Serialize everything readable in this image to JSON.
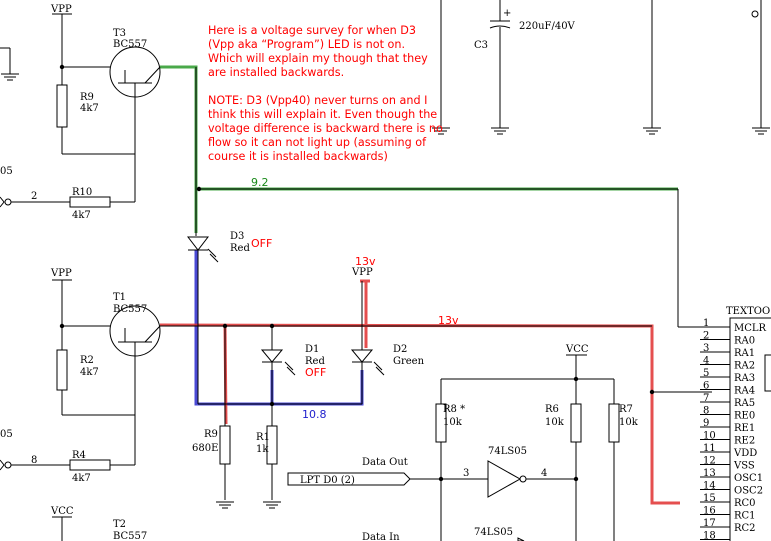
{
  "note": {
    "lines": [
      "Here is a voltage survey for when D3",
      "(Vpp aka “Program”) LED is not on.",
      "Which will explain my though that they",
      "are installed backwards.",
      "",
      "NOTE: D3 (Vpp40) never turns on and I",
      "think this will explain it. Even though the",
      "voltage difference is backward there is no",
      "flow so it can not light up (assuming of",
      "course it is installed backwards)"
    ]
  },
  "annotations": {
    "green_voltage": "9.2",
    "blue_voltage": "10.8",
    "red_voltage_top": "13v",
    "vpp_voltage": "13v",
    "d3_state": "OFF",
    "d1_state": "OFF"
  },
  "components": {
    "t3": {
      "ref": "T3",
      "part": "BC557"
    },
    "t1": {
      "ref": "T1",
      "part": "BC557"
    },
    "t2": {
      "ref": "T2",
      "part": "BC557"
    },
    "r9_top": {
      "ref": "R9",
      "value": "4k7"
    },
    "r10": {
      "ref": "R10",
      "value": "4k7"
    },
    "r2": {
      "ref": "R2",
      "value": "4k7"
    },
    "r4": {
      "ref": "R4",
      "value": "4k7"
    },
    "r9_bottom": {
      "ref": "R9",
      "value": "680E"
    },
    "r1": {
      "ref": "R1",
      "value": "1k"
    },
    "r8": {
      "ref": "R8 *",
      "value": "10k"
    },
    "r6": {
      "ref": "R6",
      "value": "10k"
    },
    "r7": {
      "ref": "R7",
      "value": "10k"
    },
    "d3": {
      "ref": "D3",
      "color": "Red"
    },
    "d1": {
      "ref": "D1",
      "color": "Red"
    },
    "d2": {
      "ref": "D2",
      "color": "Green"
    },
    "c3": {
      "ref": "C3",
      "value": "220uF/40V"
    },
    "u_top": {
      "part": "74LS05",
      "in_pin": "3",
      "out_pin": "4"
    },
    "u_bottom": {
      "part": "74LS05"
    }
  },
  "nets": {
    "vpp_t3": "VPP",
    "vpp_t1": "VPP",
    "vpp_d2": "VPP",
    "vcc_mid": "VCC",
    "vcc_bottom": "VCC",
    "data_out": "Data Out",
    "data_in": "Data In",
    "lpt_d0": "LPT D0 (2)",
    "pin_r10": "2",
    "pin_r4": "8",
    "left_cut_top": "05",
    "left_cut_bottom": "05"
  },
  "ic": {
    "name": "TEXTOO",
    "pins": [
      {
        "num": "1",
        "name": "MCLR"
      },
      {
        "num": "2",
        "name": "RA0"
      },
      {
        "num": "3",
        "name": "RA1"
      },
      {
        "num": "4",
        "name": "RA2"
      },
      {
        "num": "5",
        "name": "RA3"
      },
      {
        "num": "6",
        "name": "RA4"
      },
      {
        "num": "7",
        "name": "RA5"
      },
      {
        "num": "8",
        "name": "RE0"
      },
      {
        "num": "9",
        "name": "RE1"
      },
      {
        "num": "10",
        "name": "RE2"
      },
      {
        "num": "11",
        "name": "VDD"
      },
      {
        "num": "12",
        "name": "VSS"
      },
      {
        "num": "13",
        "name": "OSC1"
      },
      {
        "num": "14",
        "name": "OSC2"
      },
      {
        "num": "15",
        "name": "RC0"
      },
      {
        "num": "16",
        "name": "RC1"
      },
      {
        "num": "17",
        "name": "RC2"
      },
      {
        "num": "18",
        "name": ""
      }
    ]
  },
  "colors": {
    "note_text": "#ff0000",
    "red_trace": "#e03030",
    "blue_trace": "#2a2acc",
    "green_trace": "#2a9a2a"
  }
}
